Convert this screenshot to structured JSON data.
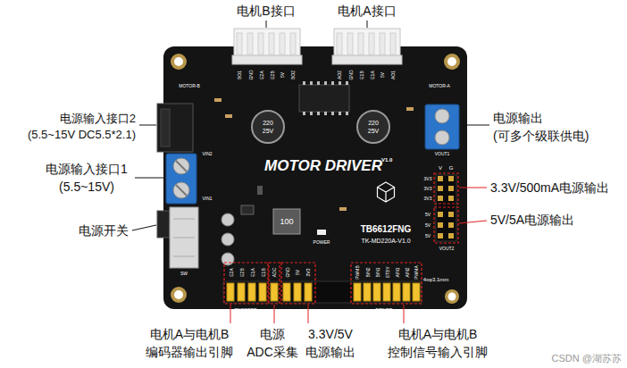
{
  "diagram": {
    "labels": [
      "电机B接口",
      "电机A接口",
      "电源输入接口2 (5.5~15V DC5.5*2.1)",
      "电源输入接口1 (5.5~15V)",
      "电源开关",
      "电源输出 (可多个级联供电)",
      "3.3V/500mA电源输出",
      "5V/5A电源输出",
      "电机A与电机B 编码器输出引脚",
      "电源 ADC采集",
      "3.3V/5V 电源输出",
      "电机A与电机B 控制信号输入引脚",
      "CSDN @湖苏苏",
      "MOTOR DRIVER",
      "V1.0",
      "TB6612FNG",
      "TK-MD220A-V1.0",
      "MOTOR-B",
      "MOTOR-A",
      "BO1",
      "GND",
      "E2A",
      "E2B",
      "5V",
      "BO2",
      "AO2",
      "GND",
      "E1B",
      "E1A",
      "5V",
      "AO1",
      "VIN2",
      "VIN1",
      "SW",
      "VOUT1",
      "VOUT2",
      "V",
      "G",
      "3V3",
      "3V3",
      "3V3",
      "5V",
      "5V",
      "5V",
      "POWER",
      "ENCODER",
      "DRIVER",
      "E2A",
      "E2B",
      "E1A",
      "E1B",
      "ADC",
      "GND",
      "5V",
      "3V3",
      "PWMB",
      "BIN2",
      "BIN1",
      "STBY",
      "AIN1",
      "AIN2",
      "PWMA",
      "4xφ3.1mm",
      "220",
      "25V",
      "220",
      "25V",
      "100"
    ]
  }
}
